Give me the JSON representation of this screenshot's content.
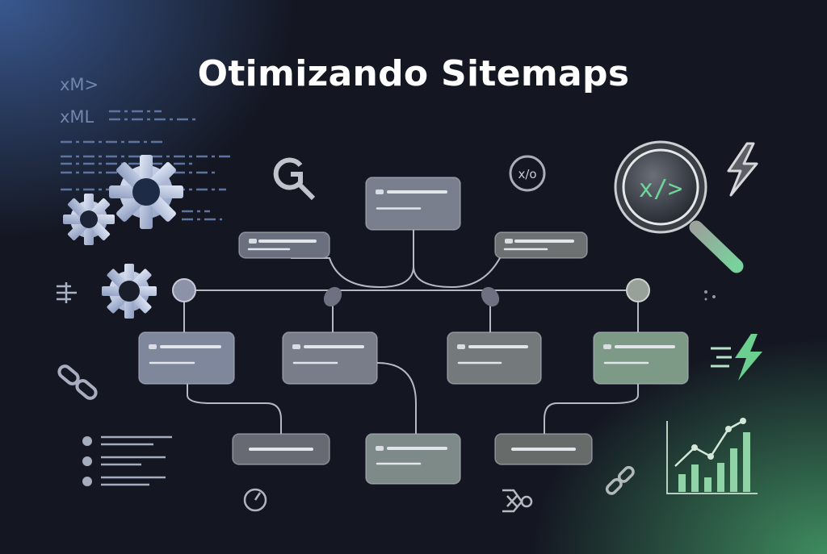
{
  "title": "Otimizando Sitemaps",
  "code_labels": {
    "line1": "xM>",
    "line2": "xML"
  },
  "badge_label": "x/o",
  "magnifier_label": "x/>",
  "colors": {
    "background": "#141722",
    "accent_blue": "#466eb4",
    "accent_green": "#46a069",
    "card": "#6b7080",
    "code_green": "#6fd59a"
  },
  "icons": [
    "gear-icon",
    "google-search-icon",
    "magnifier-code-icon",
    "lightning-icon",
    "link-icon",
    "list-icon",
    "timer-icon",
    "bar-chart-icon"
  ]
}
